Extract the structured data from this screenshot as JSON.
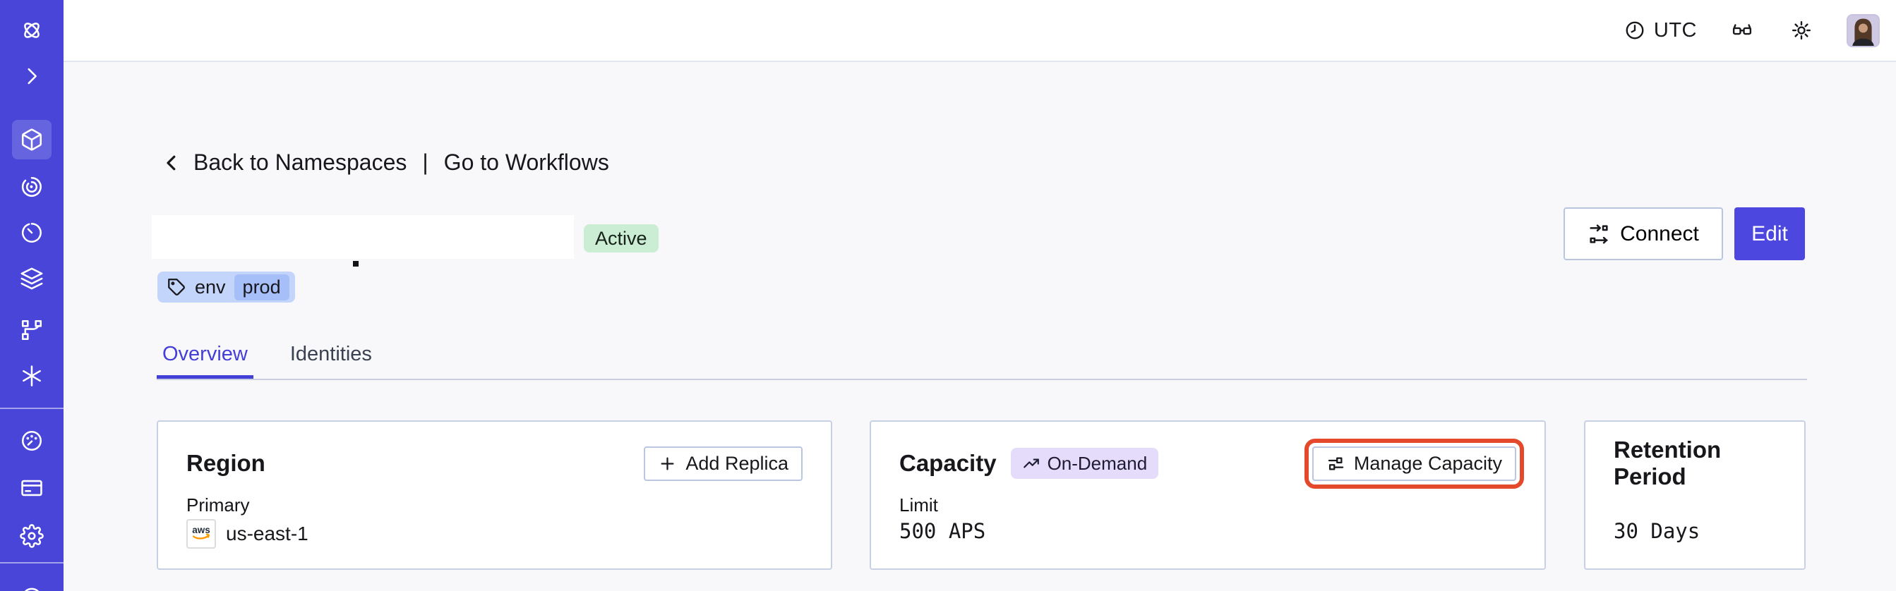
{
  "topbar": {
    "timezone": "UTC",
    "icons": [
      "clock-icon",
      "glasses-icon",
      "sun-icon",
      "user-avatar"
    ]
  },
  "sidebar": {
    "items": [
      {
        "name": "temporal-logo"
      },
      {
        "name": "expand-chevron"
      },
      {
        "name": "namespaces",
        "active": true
      },
      {
        "name": "workflows-spiral"
      },
      {
        "name": "schedules-clock"
      },
      {
        "name": "deployments-layers"
      },
      {
        "name": "batch-operations-fork"
      },
      {
        "name": "nexus-asterisk"
      },
      {
        "name": "usage-gauge"
      },
      {
        "name": "billing-card"
      },
      {
        "name": "settings-gear"
      }
    ]
  },
  "breadcrumb": {
    "back_label": "Back to Namespaces",
    "separator": "|",
    "forward_label": "Go to Workflows"
  },
  "namespace": {
    "status": "Active",
    "tag_key": "env",
    "tag_value": "prod"
  },
  "actions": {
    "connect_label": "Connect",
    "edit_label": "Edit"
  },
  "tabs": [
    {
      "label": "Overview",
      "active": true
    },
    {
      "label": "Identities",
      "active": false
    }
  ],
  "cards": {
    "region": {
      "title": "Region",
      "button_label": "Add Replica",
      "label": "Primary",
      "provider": "aws",
      "value": "us-east-1"
    },
    "capacity": {
      "title": "Capacity",
      "badge": "On-Demand",
      "button_label": "Manage Capacity",
      "label": "Limit",
      "value": "500 APS"
    },
    "retention": {
      "title": "Retention Period",
      "value": "30 Days"
    }
  },
  "colors": {
    "brand_indigo": "#4845D8",
    "edit_button": "#4B47DF",
    "annotation_red": "#E5492B",
    "status_green_bg": "#CBEDD3",
    "tag_blue_bg": "#C4D5FC",
    "tag_blue_inner": "#A6BFF8",
    "ondemand_purple_bg": "#E4DCFA",
    "aws_orange": "#FF9900",
    "page_bg": "#F8F8FB"
  }
}
